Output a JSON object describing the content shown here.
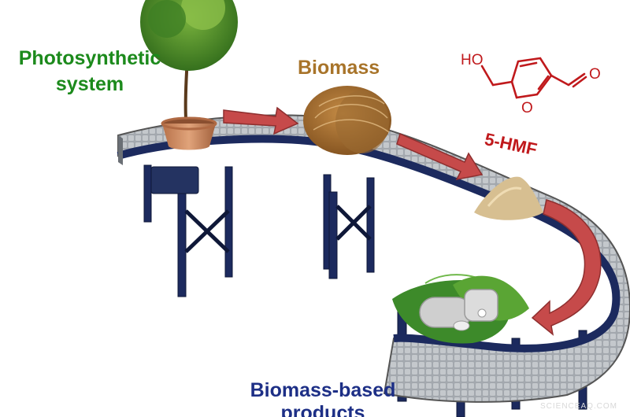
{
  "labels": {
    "photosynthetic_line1": "Photosynthetic",
    "photosynthetic_line2": "system",
    "biomass": "Biomass",
    "hmf": "5-HMF",
    "products_line1": "Biomass-based",
    "products_line2": "products"
  },
  "molecule": {
    "hydroxyl": "HO",
    "ring_oxygen": "O",
    "aldehyde_oxygen": "O"
  },
  "watermark": "SCIENCEAQ.COM",
  "colors": {
    "photosynthetic": "#1c8a1c",
    "biomass": "#a8742a",
    "hmf": "#c0191c",
    "products": "#1d2f86",
    "arrow": "#c64a4a",
    "belt": "#a2a7ad",
    "frame": "#1c2a5e",
    "watermark": "#d8d8d8"
  }
}
